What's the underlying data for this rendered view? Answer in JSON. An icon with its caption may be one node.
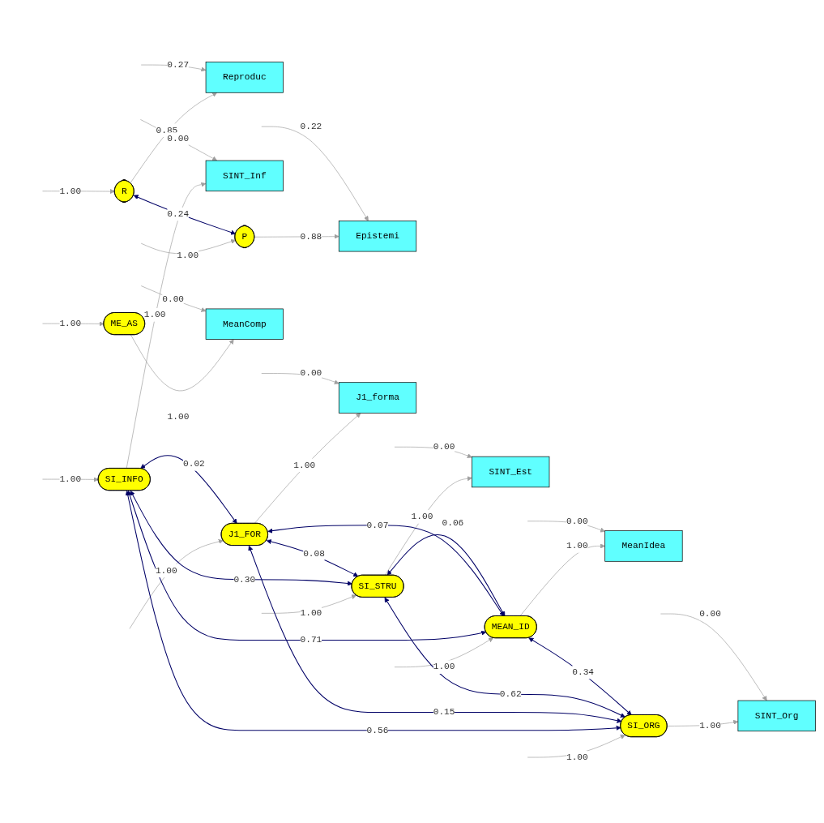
{
  "diagram": {
    "nodes": [
      {
        "text": [
          "R"
        ]
      },
      {
        "text": [
          "Reproduc"
        ]
      },
      {
        "text": [
          "P"
        ]
      },
      {
        "text": [
          "Epistemi"
        ]
      },
      {
        "text": [
          "SI_INFO"
        ]
      },
      {
        "text": [
          "SINT_Inf"
        ]
      },
      {
        "text": [
          "J1_FOR"
        ]
      },
      {
        "text": [
          "J1_forma"
        ]
      },
      {
        "text": [
          "SI_STRU"
        ]
      },
      {
        "text": [
          "SINT_Est"
        ]
      },
      {
        "text": [
          "MEAN_ID"
        ]
      },
      {
        "text": [
          "MeanIdea"
        ]
      },
      {
        "text": [
          "SI_ORG"
        ]
      },
      {
        "text": [
          "SINT_Org"
        ]
      },
      {
        "text": [
          "ME_AS"
        ]
      },
      {
        "text": [
          "MeanComp"
        ]
      }
    ],
    "edges": [
      {
        "from": null,
        "to": 0,
        "arrow": "to",
        "label": "1.00"
      },
      {
        "from": 0,
        "to": 1,
        "arrow": "to",
        "label": "0.85"
      },
      {
        "from": null,
        "to": 1,
        "arrow": "to",
        "label": "0.27"
      },
      {
        "from": null,
        "to": 2,
        "arrow": "to",
        "label": "1.00"
      },
      {
        "from": 2,
        "to": 3,
        "arrow": "to",
        "label": "0.88"
      },
      {
        "from": null,
        "to": 3,
        "arrow": "to",
        "label": "0.22"
      },
      {
        "from": null,
        "to": 4,
        "arrow": "to",
        "label": "1.00"
      },
      {
        "from": 4,
        "to": 5,
        "arrow": "to",
        "label": "1.00"
      },
      {
        "from": null,
        "to": 5,
        "arrow": "to",
        "label": "0.00"
      },
      {
        "from": null,
        "to": 6,
        "arrow": "to",
        "label": "1.00"
      },
      {
        "from": 6,
        "to": 7,
        "arrow": "to",
        "label": "1.00"
      },
      {
        "from": null,
        "to": 7,
        "arrow": "to",
        "label": "0.00"
      },
      {
        "from": null,
        "to": 8,
        "arrow": "to",
        "label": "1.00"
      },
      {
        "from": 8,
        "to": 9,
        "arrow": "to",
        "label": "1.00"
      },
      {
        "from": null,
        "to": 9,
        "arrow": "to",
        "label": "0.00"
      },
      {
        "from": null,
        "to": 10,
        "arrow": "to",
        "label": "1.00"
      },
      {
        "from": 10,
        "to": 11,
        "arrow": "to",
        "label": "1.00"
      },
      {
        "from": null,
        "to": 11,
        "arrow": "to",
        "label": "0.00"
      },
      {
        "from": null,
        "to": 12,
        "arrow": "to",
        "label": "1.00"
      },
      {
        "from": 12,
        "to": 13,
        "arrow": "to",
        "label": "1.00"
      },
      {
        "from": null,
        "to": 13,
        "arrow": "to",
        "label": "0.00"
      },
      {
        "from": null,
        "to": 14,
        "arrow": "to",
        "label": "1.00"
      },
      {
        "from": 14,
        "to": 15,
        "arrow": "to",
        "label": "1.00"
      },
      {
        "from": null,
        "to": 15,
        "arrow": "to",
        "label": "0.00"
      },
      {
        "from": 0,
        "to": 2,
        "arrow": "both",
        "label": "0.24",
        "color": "#000066"
      },
      {
        "from": 4,
        "to": 6,
        "arrow": "both",
        "label": "0.02",
        "color": "#000066"
      },
      {
        "from": 4,
        "to": 8,
        "arrow": "both",
        "label": "0.30",
        "color": "#000066"
      },
      {
        "from": 4,
        "to": 10,
        "arrow": "both",
        "label": "0.71",
        "color": "#000066"
      },
      {
        "from": 6,
        "to": 8,
        "arrow": "both",
        "label": "0.08",
        "color": "#000066"
      },
      {
        "from": 4,
        "to": 12,
        "arrow": "both",
        "label": "0.56",
        "color": "#000066"
      },
      {
        "from": 6,
        "to": 10,
        "arrow": "both",
        "label": "0.07",
        "color": "#000066"
      },
      {
        "from": 6,
        "to": 12,
        "arrow": "both",
        "label": "0.15",
        "color": "#000066"
      },
      {
        "from": 8,
        "to": 10,
        "arrow": "both",
        "label": "0.06",
        "color": "#000066"
      },
      {
        "from": 8,
        "to": 12,
        "arrow": "both",
        "label": "0.62",
        "color": "#000066"
      },
      {
        "from": 10,
        "to": 12,
        "arrow": "both",
        "label": "0.34",
        "color": "#000066"
      }
    ]
  }
}
